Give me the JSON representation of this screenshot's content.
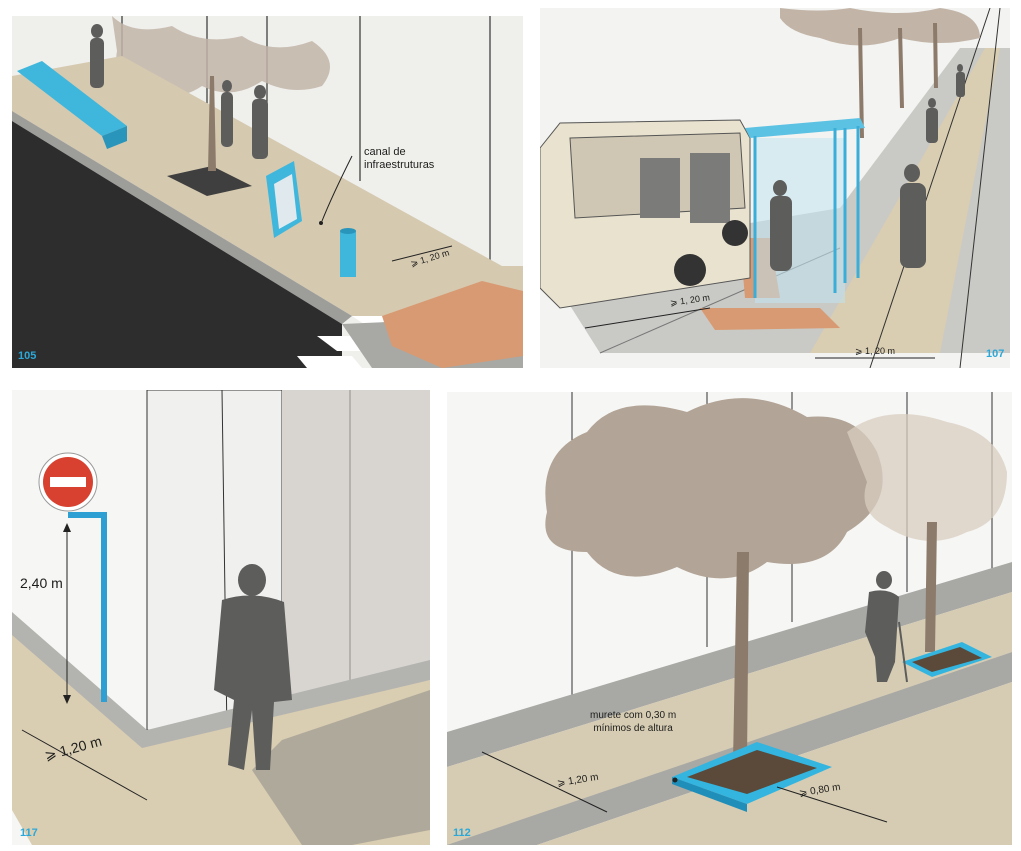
{
  "panels": [
    {
      "id": "105",
      "number": "105",
      "labels": {
        "canal": "canal de\ninfraestruturas",
        "width": "⩾ 1, 20 m"
      },
      "colors": {
        "accent": "#3fb6dc",
        "tree": "#b4a596",
        "paving": "#d5c9b0",
        "tactile": "#d89a72",
        "road": "#2d2d2d"
      }
    },
    {
      "id": "107",
      "number": "107",
      "labels": {
        "width_bus": "⩾ 1, 20 m",
        "width_path": "⩾ 1, 20 m"
      },
      "colors": {
        "shelter": "#5cc2e4",
        "paving": "#d9cdb2",
        "tactile": "#d89a72",
        "bus": "#e9e2cf"
      }
    },
    {
      "id": "117",
      "number": "117",
      "labels": {
        "height": "2,40 m",
        "width": "⩾ 1,20 m"
      },
      "colors": {
        "sign_red": "#d8412f",
        "pole": "#2e9fd2",
        "paving": "#d9cdb2",
        "wall": "#d8d5d1"
      }
    },
    {
      "id": "112",
      "number": "112",
      "labels": {
        "murete": "murete com 0,30 m\nmínimos de altura",
        "width_left": "⩾ 1,20 m",
        "width_right": "⩾ 0,80 m"
      },
      "colors": {
        "planter": "#33b5e0",
        "tree": "#b2a496",
        "paving": "#d6ccb3"
      }
    }
  ]
}
